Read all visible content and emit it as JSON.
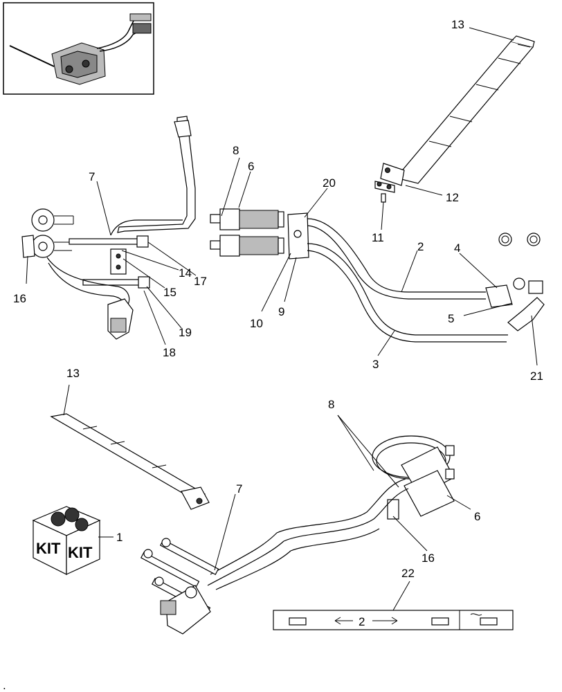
{
  "callouts": {
    "c13_top": "13",
    "c12": "12",
    "c11": "11",
    "c8_top": "8",
    "c6_top": "6",
    "c20": "20",
    "c7_top": "7",
    "c2": "2",
    "c4": "4",
    "c5": "5",
    "c16_top": "16",
    "c14": "14",
    "c17": "17",
    "c15": "15",
    "c19": "19",
    "c18": "18",
    "c10": "10",
    "c9": "9",
    "c3": "3",
    "c21": "21",
    "c13_bottom": "13",
    "c8_bottom": "8",
    "c7_bottom": "7",
    "c1": "1",
    "c6_bottom": "6",
    "c16_bottom": "16",
    "c22": "22"
  },
  "kit_box": {
    "label_left": "KIT",
    "label_right": "KIT"
  },
  "decal": {
    "center_glyph": "2"
  },
  "footer_mark": "."
}
